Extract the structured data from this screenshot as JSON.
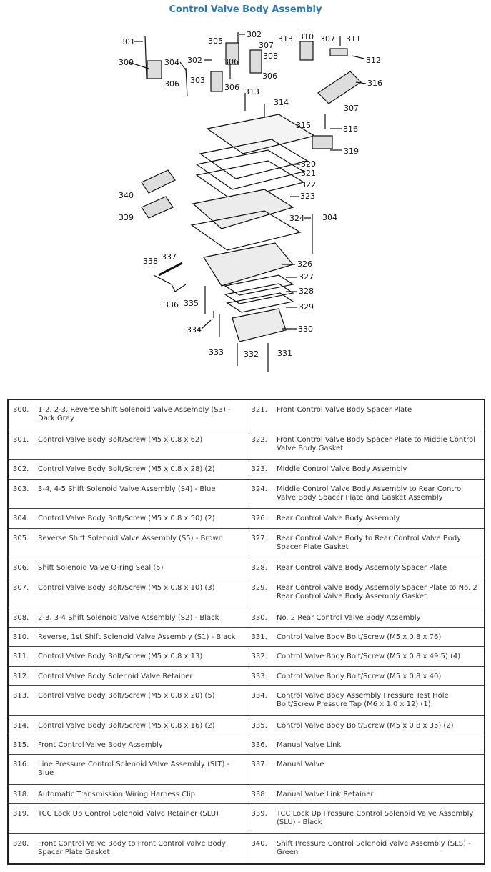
{
  "title": "Control Valve Body Assembly",
  "diagram_callouts": [
    "300",
    "301",
    "302",
    "302",
    "303",
    "304",
    "304",
    "305",
    "306",
    "306",
    "306",
    "306",
    "307",
    "307",
    "307",
    "308",
    "310",
    "311",
    "312",
    "313",
    "313",
    "314",
    "315",
    "316",
    "316",
    "319",
    "320",
    "321",
    "322",
    "323",
    "324",
    "326",
    "327",
    "328",
    "329",
    "330",
    "331",
    "332",
    "333",
    "334",
    "335",
    "336",
    "337",
    "338",
    "339",
    "340"
  ],
  "legend": {
    "rows": [
      {
        "ln": "300.",
        "lt": "1-2, 2-3, Reverse Shift Solenoid Valve Assembly (S3) - Dark Gray",
        "rn": "321.",
        "rt": "Front Control Valve Body Spacer Plate"
      },
      {
        "ln": "301.",
        "lt": "Control Valve Body Bolt/Screw (M5 x 0.8 x 62)",
        "rn": "322.",
        "rt": "Front Control Valve Body Spacer Plate to Middle Control Valve Body Gasket"
      },
      {
        "ln": "302.",
        "lt": "Control Valve Body Bolt/Screw (M5 x 0.8 x 28) (2)",
        "rn": "323.",
        "rt": "Middle Control Valve Body Assembly"
      },
      {
        "ln": "303.",
        "lt": "3-4, 4-5 Shift Solenoid Valve Assembly (S4) - Blue",
        "rn": "324.",
        "rt": "Middle Control Valve Body Assembly to Rear Control Valve Body Spacer Plate and Gasket Assembly"
      },
      {
        "ln": "304.",
        "lt": "Control Valve Body Bolt/Screw (M5 x 0.8 x 50) (2)",
        "rn": "326.",
        "rt": "Rear Control Valve Body Assembly"
      },
      {
        "ln": "305.",
        "lt": "Reverse Shift Solenoid Valve Assembly (S5) - Brown",
        "rn": "327.",
        "rt": "Rear Control Valve Body to Rear Control Valve Body Spacer Plate Gasket"
      },
      {
        "ln": "306.",
        "lt": "Shift Solenoid Valve O-ring Seal (5)",
        "rn": "328.",
        "rt": "Rear Control Valve Body Assembly Spacer Plate"
      },
      {
        "ln": "307.",
        "lt": "Control Valve Body Bolt/Screw (M5 x 0.8 x 10) (3)",
        "rn": "329.",
        "rt": "Rear Control Valve Body Assembly Spacer Plate to No. 2 Rear Control Valve Body Assembly Gasket"
      },
      {
        "ln": "308.",
        "lt": "2-3, 3-4 Shift Solenoid Valve Assembly (S2) - Black",
        "rn": "330.",
        "rt": "No. 2 Rear Control Valve Body Assembly"
      },
      {
        "ln": "310.",
        "lt": "Reverse, 1st Shift Solenoid Valve Assembly (S1) - Black",
        "rn": "331.",
        "rt": "Control Valve Body Bolt/Screw (M5 x 0.8 x 76)"
      },
      {
        "ln": "311.",
        "lt": "Control Valve Body Bolt/Screw (M5 x 0.8 x 13)",
        "rn": "332.",
        "rt": "Control Valve Body Bolt/Screw (M5 x 0.8 x 49.5) (4)"
      },
      {
        "ln": "312.",
        "lt": "Control Valve Body Solenoid Valve Retainer",
        "rn": "333.",
        "rt": "Control Valve Body Bolt/Screw (M5 x 0.8 x 40)"
      },
      {
        "ln": "313.",
        "lt": "Control Valve Body Bolt/Screw (M5 x 0.8 x 20) (5)",
        "rn": "334.",
        "rt": "Control Valve Body Assembly Pressure Test Hole Bolt/Screw Pressure Tap (M6 x 1.0 x 12) (1)"
      },
      {
        "ln": "314.",
        "lt": "Control Valve Body Bolt/Screw (M5 x 0.8 x 16) (2)",
        "rn": "335.",
        "rt": "Control Valve Body Bolt/Screw (M5 x 0.8 x 35) (2)"
      },
      {
        "ln": "315.",
        "lt": "Front Control Valve Body Assembly",
        "rn": "336.",
        "rt": "Manual Valve Link"
      },
      {
        "ln": "316.",
        "lt": "Line Pressure Control Solenoid Valve Assembly (SLT) - Blue",
        "rn": "337.",
        "rt": "Manual Valve"
      },
      {
        "ln": "318.",
        "lt": "Automatic Transmission Wiring Harness Clip",
        "rn": "338.",
        "rt": "Manual Valve Link Retainer"
      },
      {
        "ln": "319.",
        "lt": "TCC Lock Up Control Solenoid Valve Retainer (SLU)",
        "rn": "339.",
        "rt": "TCC Lock Up Pressure Control Solenoid Valve Assembly (SLU) - Black"
      },
      {
        "ln": "320.",
        "lt": "Front Control Valve Body to Front Control Valve Body Spacer Plate Gasket",
        "rn": "340.",
        "rt": "Shift Pressure Control Solenoid Valve Assembly (SLS) - Green"
      }
    ]
  }
}
